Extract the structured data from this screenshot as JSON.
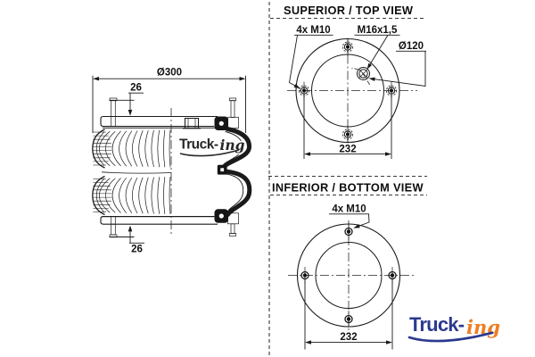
{
  "colors": {
    "line": "#1a1a1a",
    "dashed_border": "#3a3a3a",
    "logo_navy": "#2b3a8f",
    "logo_orange": "#ef7d22",
    "watermark": "#262626",
    "background": "#ffffff"
  },
  "side_view": {
    "dim_diameter": "Ø300",
    "dim_stud_top": "26",
    "dim_stud_bottom": "26",
    "watermark_part1": "Truck-",
    "watermark_part2": "ing"
  },
  "top_view": {
    "title": "SUPERIOR / TOP VIEW",
    "label_bolts": "4x M10",
    "label_port": "M16x1,5",
    "label_pitch_circle": "Ø120",
    "dim_bolt_spacing": "232"
  },
  "bottom_view": {
    "title": "INFERIOR / BOTTOM VIEW",
    "label_bolts": "4x M10",
    "dim_bolt_spacing": "232"
  },
  "logo": {
    "part1": "Truck-",
    "part2": "ing"
  }
}
